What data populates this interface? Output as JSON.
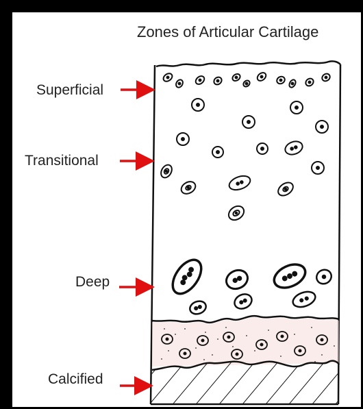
{
  "title": "Zones of Articular Cartilage",
  "zones": [
    {
      "label": "Superficial"
    },
    {
      "label": "Transitional"
    },
    {
      "label": "Deep"
    },
    {
      "label": "Calcified"
    }
  ],
  "colors": {
    "arrow": "#e01010",
    "ink": "#111111",
    "frame": "#000000",
    "calcified_dots": "#f3d9d6"
  }
}
